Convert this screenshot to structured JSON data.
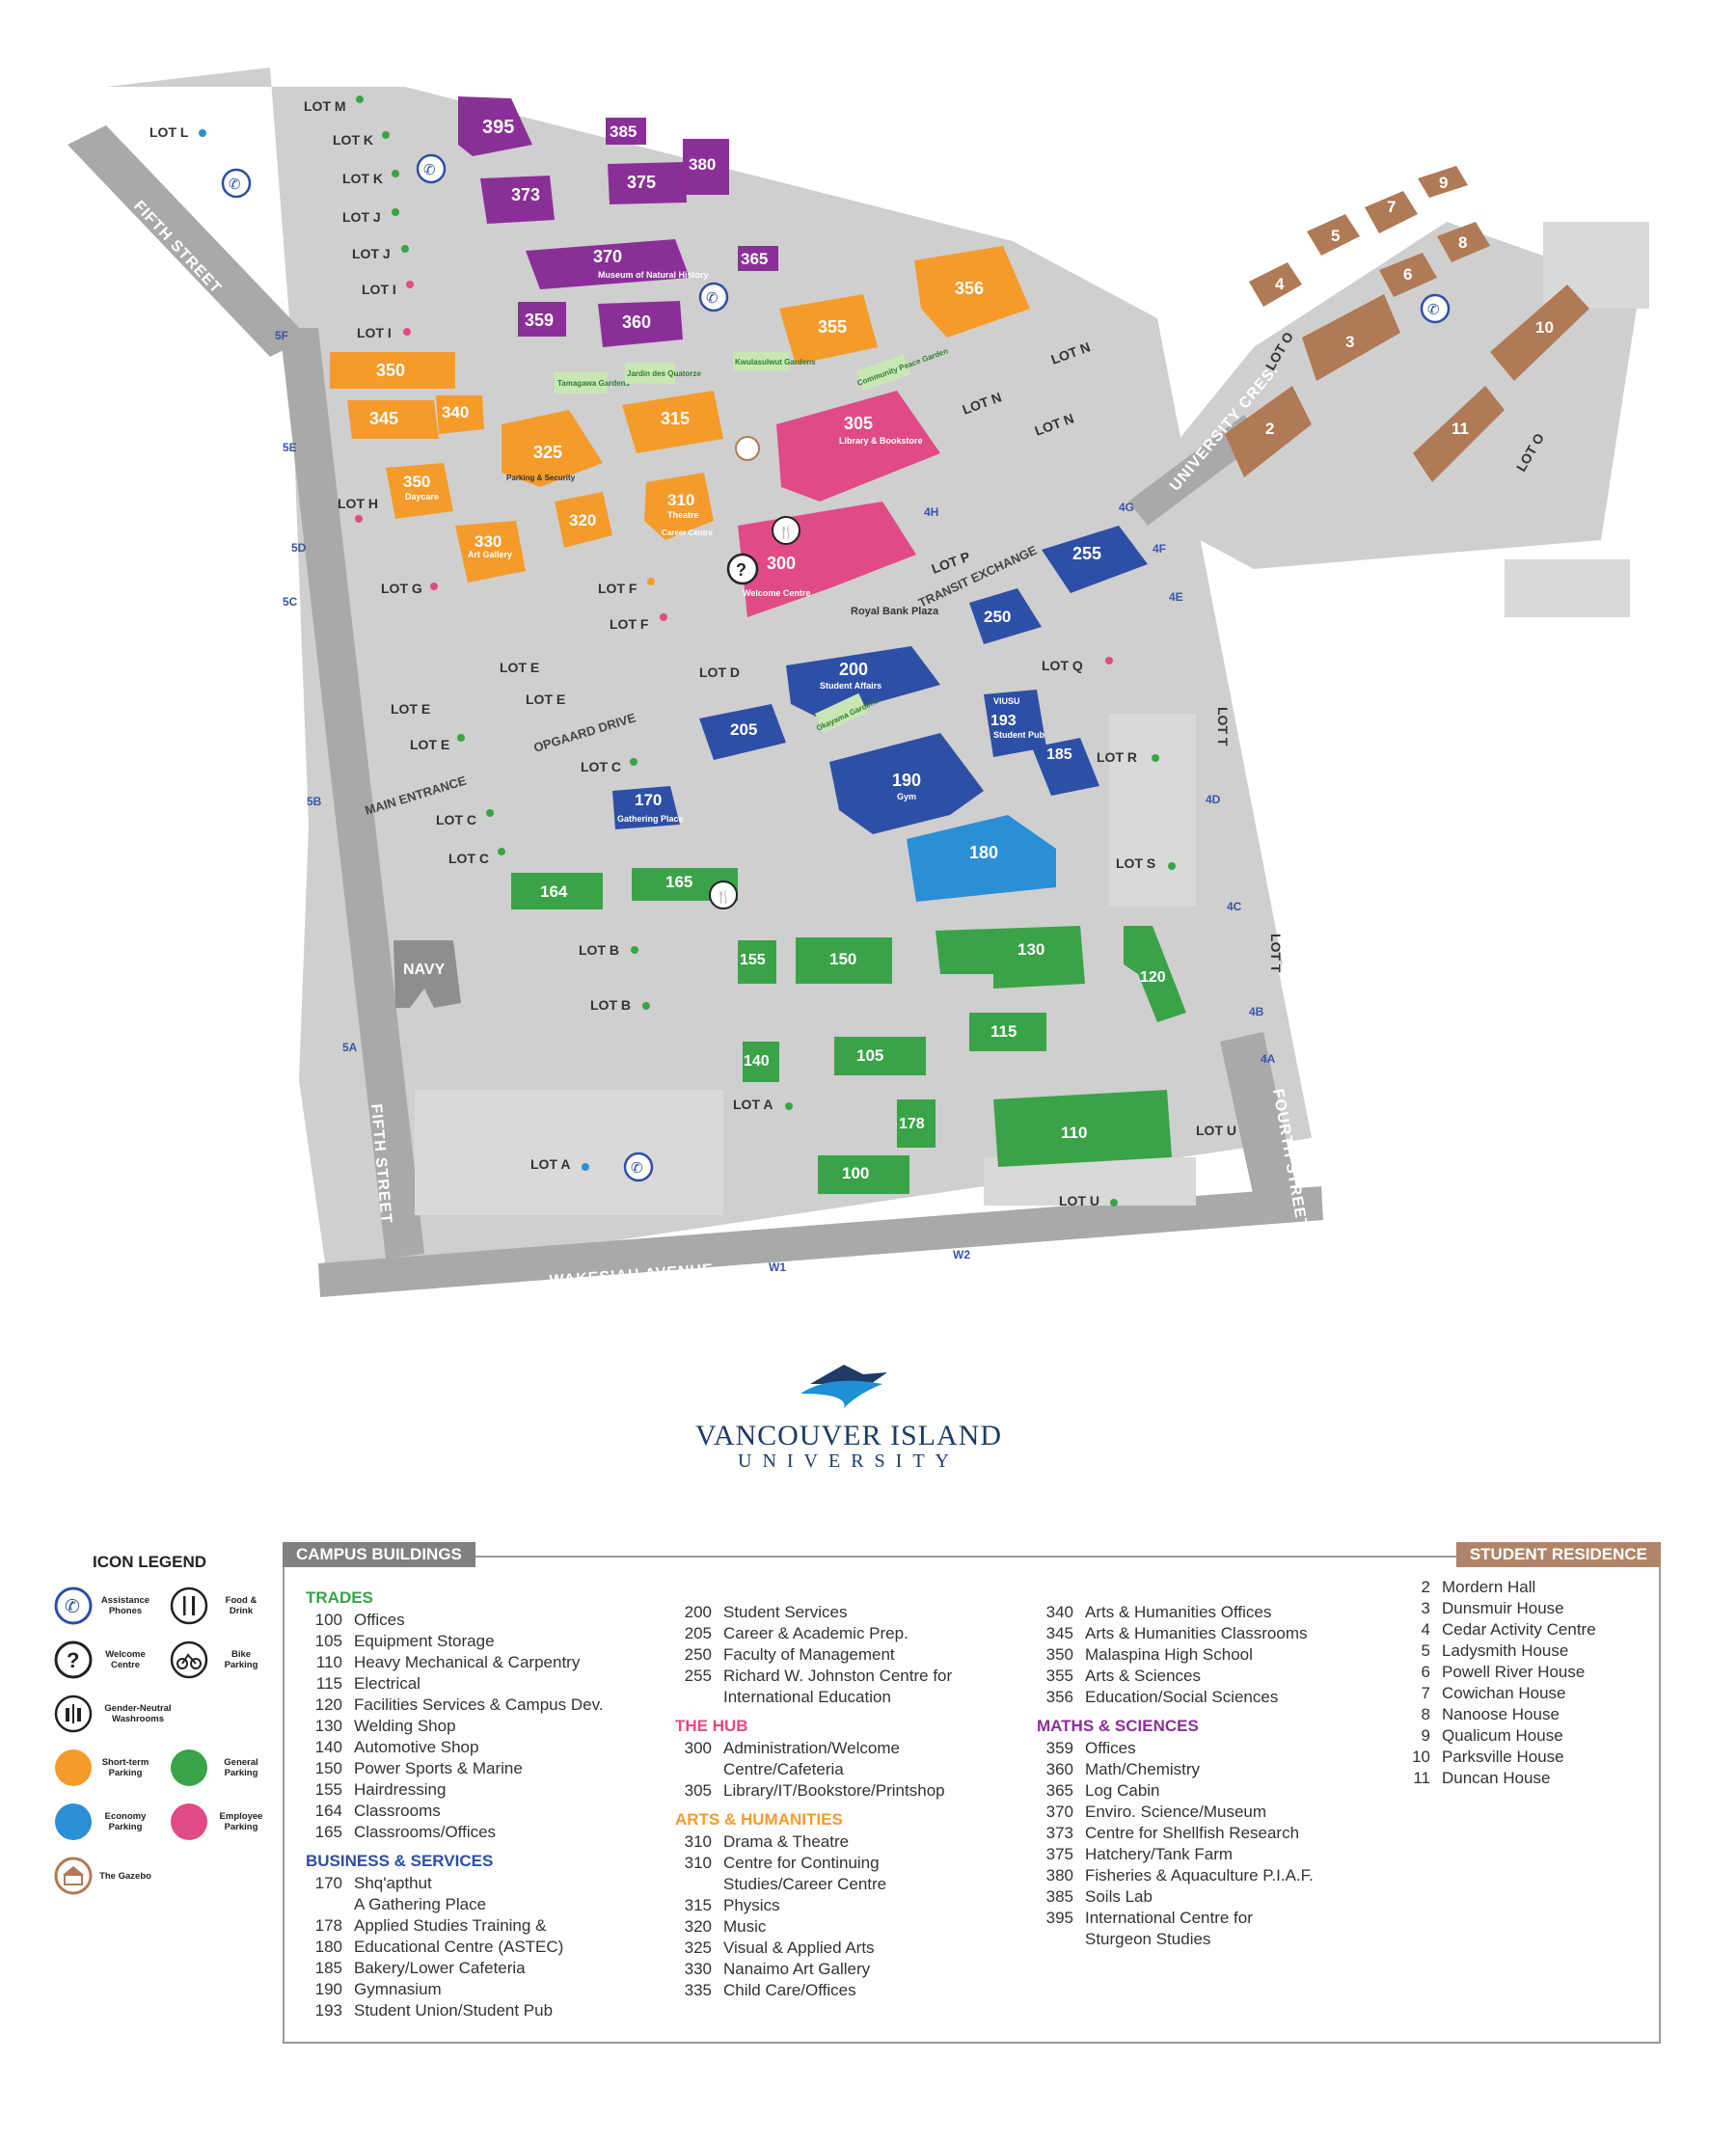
{
  "map": {
    "lots": [
      "LOT L",
      "LOT M",
      "LOT K",
      "LOT K",
      "LOT J",
      "LOT J",
      "LOT I",
      "LOT I",
      "LOT H",
      "LOT G",
      "LOT F",
      "LOT F",
      "LOT E",
      "LOT E",
      "LOT E",
      "LOT E",
      "LOT D",
      "LOT C",
      "LOT C",
      "LOT C",
      "LOT B",
      "LOT B",
      "LOT A",
      "LOT A",
      "LOT N",
      "LOT N",
      "LOT N",
      "LOT O",
      "LOT O",
      "LOT P",
      "LOT Q",
      "LOT R",
      "LOT S",
      "LOT T",
      "LOT T",
      "LOT U",
      "LOT U"
    ],
    "streets": [
      "FIFTH STREET",
      "FIFTH STREET",
      "FOURTH STREET",
      "WAKESIAH AVENUE",
      "UNIVERSITY CRES.",
      "OPGAARD DRIVE",
      "MAIN ENTRANCE",
      "TRANSIT EXCHANGE"
    ],
    "entrances": [
      "5F",
      "5E",
      "5D",
      "5C",
      "5B",
      "5A",
      "4G",
      "4H",
      "4F",
      "4E",
      "4D",
      "4C",
      "4B",
      "4A",
      "W1",
      "W2"
    ],
    "gardens": [
      "Tamagawa Gardens",
      "Jardin des Quatorze",
      "Kwulasulwut Gardens",
      "Community Peace Garden",
      "Okayama Gardens"
    ],
    "places": [
      "Royal Bank Plaza",
      "Parking & Security",
      "Career Centre",
      "VIUSU",
      "NAVY"
    ],
    "buildings": {
      "b395": "395",
      "b385": "385",
      "b380": "380",
      "b373": "373",
      "b375": "375",
      "b370": "370",
      "b370s": "Museum of Natural History",
      "b365": "365",
      "b359": "359",
      "b360": "360",
      "b355": "355",
      "b356": "356",
      "b350": "350",
      "b345": "345",
      "b340": "340",
      "b325": "325",
      "b315": "315",
      "b305": "305",
      "b305s": "Library & Bookstore",
      "b350b": "350",
      "b350bs": "Daycare",
      "b310": "310",
      "b310s": "Theatre",
      "b320": "320",
      "b330": "330",
      "b330s": "Art Gallery",
      "b300": "300",
      "b300s": "Welcome Centre",
      "b255": "255",
      "b250": "250",
      "b200": "200",
      "b200s": "Student Affairs",
      "b205": "205",
      "b193": "193",
      "b193s": "Student Pub",
      "b185": "185",
      "b170": "170",
      "b170s": "Gathering Place",
      "b190": "190",
      "b190s": "Gym",
      "b180": "180",
      "b164": "164",
      "b165": "165",
      "b155": "155",
      "b150": "150",
      "b130": "130",
      "b120": "120",
      "b115": "115",
      "b140": "140",
      "b105": "105",
      "b178": "178",
      "b110": "110",
      "b100": "100",
      "r2": "2",
      "r3": "3",
      "r4": "4",
      "r5": "5",
      "r6": "6",
      "r7": "7",
      "r8": "8",
      "r9": "9",
      "r10": "10",
      "r11": "11"
    }
  },
  "logo": {
    "line1": "VANCOUVER ISLAND",
    "line2": "UNIVERSITY"
  },
  "icon_legend": {
    "title": "ICON LEGEND",
    "items": [
      {
        "icon": "phone-icon",
        "label": "Assistance Phones"
      },
      {
        "icon": "fork-knife-icon",
        "label": "Food & Drink"
      },
      {
        "icon": "question-icon",
        "label": "Welcome Centre"
      },
      {
        "icon": "bike-icon",
        "label": "Bike Parking"
      },
      {
        "icon": "washroom-icon",
        "label": "Gender-Neutral Washrooms"
      },
      {
        "icon": "orange-dot-icon",
        "label": "Short-term Parking"
      },
      {
        "icon": "green-dot-icon",
        "label": "General Parking"
      },
      {
        "icon": "blue-dot-icon",
        "label": "Economy Parking"
      },
      {
        "icon": "pink-dot-icon",
        "label": "Employee Parking"
      },
      {
        "icon": "gazebo-icon",
        "label": "The Gazebo"
      }
    ]
  },
  "colors": {
    "trades": "#3aa348",
    "business": "#2e4fa6",
    "hub": "#e04b86",
    "arts": "#f59b2b",
    "maths": "#8b2f98",
    "residence": "#b07a56",
    "economy": "#2b8fd6"
  },
  "campus": {
    "title": "CAMPUS BUILDINGS",
    "residence_title": "STUDENT RESIDENCE",
    "trades": {
      "title": "TRADES",
      "rows": [
        {
          "n": "100",
          "t": "Offices"
        },
        {
          "n": "105",
          "t": "Equipment Storage"
        },
        {
          "n": "110",
          "t": "Heavy Mechanical & Carpentry"
        },
        {
          "n": "115",
          "t": "Electrical"
        },
        {
          "n": "120",
          "t": "Facilities Services & Campus Dev."
        },
        {
          "n": "130",
          "t": "Welding Shop"
        },
        {
          "n": "140",
          "t": "Automotive Shop"
        },
        {
          "n": "150",
          "t": "Power Sports & Marine"
        },
        {
          "n": "155",
          "t": "Hairdressing"
        },
        {
          "n": "164",
          "t": "Classrooms"
        },
        {
          "n": "165",
          "t": "Classrooms/Offices"
        }
      ]
    },
    "business": {
      "title": "BUSINESS & SERVICES",
      "rows": [
        {
          "n": "170",
          "t": "Shq'apthut"
        },
        {
          "n": "",
          "t": "A Gathering Place"
        },
        {
          "n": "178",
          "t": "Applied Studies Training &"
        },
        {
          "n": "180",
          "t": "Educational Centre (ASTEC)"
        },
        {
          "n": "185",
          "t": "Bakery/Lower Cafeteria"
        },
        {
          "n": "190",
          "t": "Gymnasium"
        },
        {
          "n": "193",
          "t": "Student Union/Student Pub"
        }
      ]
    },
    "col2": {
      "rows": [
        {
          "n": "200",
          "t": "Student Services"
        },
        {
          "n": "205",
          "t": "Career & Academic Prep."
        },
        {
          "n": "250",
          "t": "Faculty of Management"
        },
        {
          "n": "255",
          "t": "Richard W. Johnston Centre for"
        },
        {
          "n": "",
          "t": "International Education"
        }
      ]
    },
    "hub": {
      "title": "THE HUB",
      "rows": [
        {
          "n": "300",
          "t": "Administration/Welcome"
        },
        {
          "n": "",
          "t": "Centre/Cafeteria"
        },
        {
          "n": "305",
          "t": "Library/IT/Bookstore/Printshop"
        }
      ]
    },
    "arts": {
      "title": "ARTS & HUMANITIES",
      "rows": [
        {
          "n": "310",
          "t": "Drama & Theatre"
        },
        {
          "n": "310",
          "t": "Centre for Continuing"
        },
        {
          "n": "",
          "t": "Studies/Career Centre"
        },
        {
          "n": "315",
          "t": "Physics"
        },
        {
          "n": "320",
          "t": "Music"
        },
        {
          "n": "325",
          "t": "Visual & Applied Arts"
        },
        {
          "n": "330",
          "t": "Nanaimo Art Gallery"
        },
        {
          "n": "335",
          "t": "Child Care/Offices"
        }
      ]
    },
    "col3": {
      "rows": [
        {
          "n": "340",
          "t": "Arts & Humanities Offices"
        },
        {
          "n": "345",
          "t": "Arts & Humanities Classrooms"
        },
        {
          "n": "350",
          "t": "Malaspina High School"
        },
        {
          "n": "355",
          "t": "Arts & Sciences"
        },
        {
          "n": "356",
          "t": "Education/Social Sciences"
        }
      ]
    },
    "maths": {
      "title": "MATHS & SCIENCES",
      "rows": [
        {
          "n": "359",
          "t": "Offices"
        },
        {
          "n": "360",
          "t": "Math/Chemistry"
        },
        {
          "n": "365",
          "t": "Log Cabin"
        },
        {
          "n": "370",
          "t": "Enviro. Science/Museum"
        },
        {
          "n": "373",
          "t": "Centre for Shellfish Research"
        },
        {
          "n": "375",
          "t": "Hatchery/Tank Farm"
        },
        {
          "n": "380",
          "t": "Fisheries & Aquaculture P.I.A.F."
        },
        {
          "n": "385",
          "t": "Soils Lab"
        },
        {
          "n": "395",
          "t": "International Centre for"
        },
        {
          "n": "",
          "t": "Sturgeon Studies"
        }
      ]
    },
    "residence": {
      "rows": [
        {
          "n": "2",
          "t": "Mordern Hall"
        },
        {
          "n": "3",
          "t": "Dunsmuir House"
        },
        {
          "n": "4",
          "t": "Cedar Activity Centre"
        },
        {
          "n": "5",
          "t": "Ladysmith House"
        },
        {
          "n": "6",
          "t": "Powell River House"
        },
        {
          "n": "7",
          "t": "Cowichan House"
        },
        {
          "n": "8",
          "t": "Nanoose House"
        },
        {
          "n": "9",
          "t": "Qualicum House"
        },
        {
          "n": "10",
          "t": "Parksville House"
        },
        {
          "n": "11",
          "t": "Duncan House"
        }
      ]
    }
  }
}
